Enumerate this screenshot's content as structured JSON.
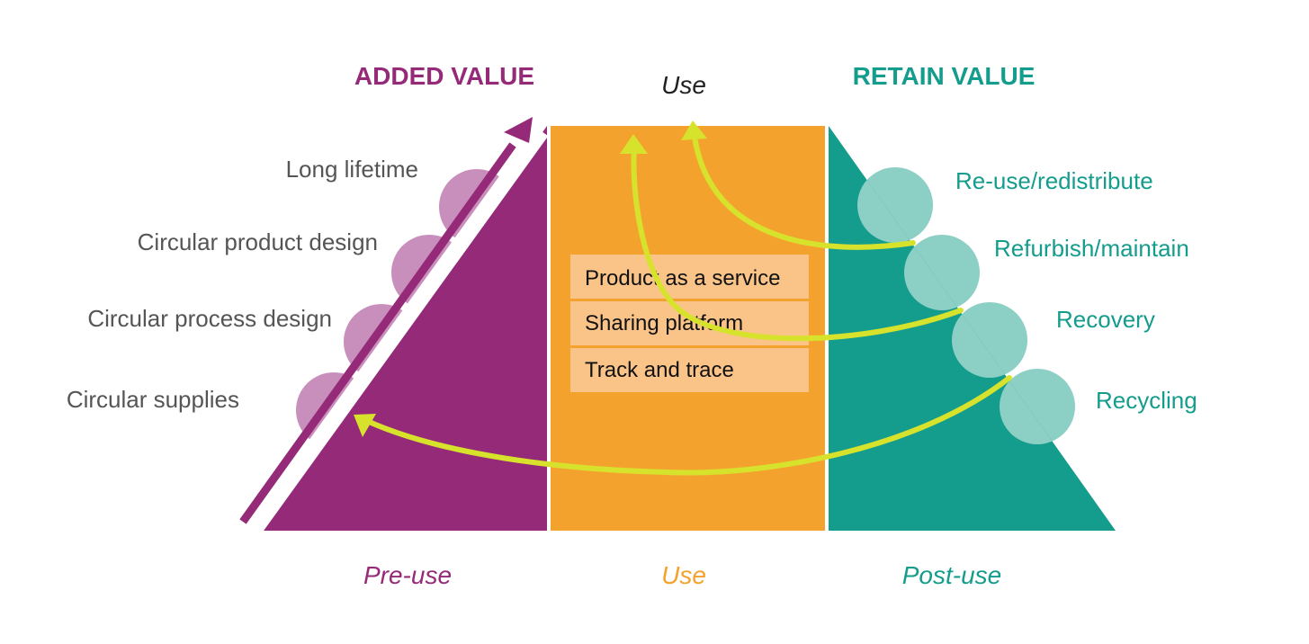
{
  "headings": {
    "added_value": "ADDED VALUE",
    "use_top": "Use",
    "retain_value": "RETAIN VALUE"
  },
  "phases": {
    "pre_use": "Pre-use",
    "use": "Use",
    "post_use": "Post-use"
  },
  "left_items": [
    "Long lifetime",
    "Circular product design",
    "Circular process design",
    "Circular supplies"
  ],
  "right_items": [
    "Re-use/redistribute",
    "Refurbish/maintain",
    "Recovery",
    "Recycling"
  ],
  "service_items": [
    "Product as a service",
    "Sharing platform",
    "Track and trace"
  ],
  "colors": {
    "purple": "#952a78",
    "purple_light": "#c98fbc",
    "orange": "#f4a22e",
    "orange_light": "#fac489",
    "teal": "#149c8c",
    "teal_light": "#8ccfc4",
    "arrow_green": "#d7e22c",
    "label_gray": "#555555"
  }
}
